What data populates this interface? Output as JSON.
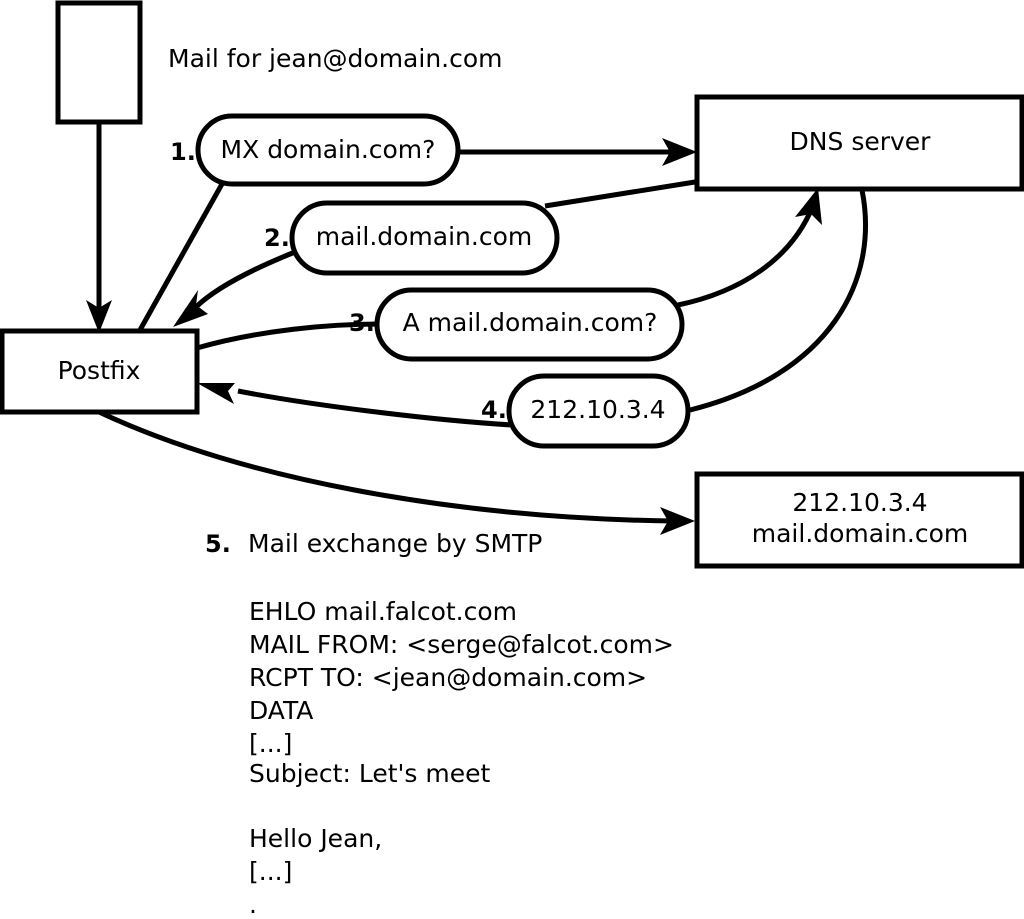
{
  "diagram": {
    "title": "Mail for jean@domain.com",
    "nodes": [
      {
        "id": "sender-client",
        "label": ""
      },
      {
        "id": "postfix",
        "label": "Postfix"
      },
      {
        "id": "dns-server",
        "label": "DNS server"
      },
      {
        "id": "target-server",
        "label_line1": "212.10.3.4",
        "label_line2": "mail.domain.com"
      }
    ],
    "steps": [
      {
        "num": "1.",
        "label": "MX domain.com?"
      },
      {
        "num": "2.",
        "label": "mail.domain.com"
      },
      {
        "num": "3.",
        "label": "A mail.domain.com?"
      },
      {
        "num": "4.",
        "label": "212.10.3.4"
      },
      {
        "num": "5.",
        "label": "Mail exchange by SMTP"
      }
    ],
    "transcript": [
      "EHLO mail.falcot.com",
      "MAIL FROM: <serge@falcot.com>",
      "RCPT TO: <jean@domain.com>",
      "DATA",
      "[...]",
      "Subject: Let's meet",
      "",
      "Hello Jean,",
      "[...]",
      "."
    ],
    "colors": {
      "stroke": "#000000",
      "fill": "#ffffff",
      "background": "#ffffff"
    }
  }
}
